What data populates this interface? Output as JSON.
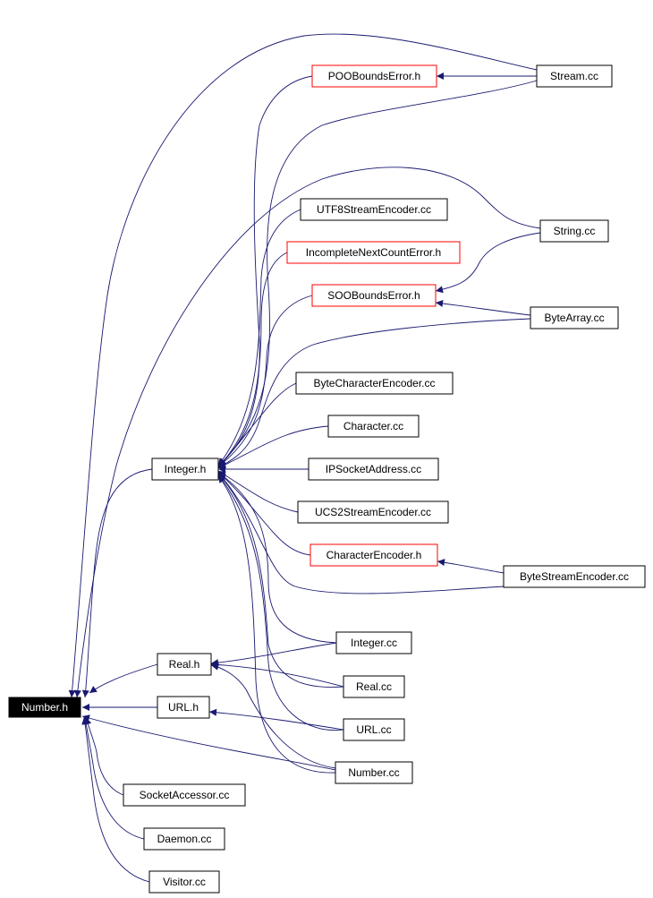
{
  "nodes": [
    {
      "id": "number_h",
      "label": "Number.h",
      "style": "root"
    },
    {
      "id": "integer_h",
      "label": "Integer.h",
      "style": "normal"
    },
    {
      "id": "real_h",
      "label": "Real.h",
      "style": "normal"
    },
    {
      "id": "url_h",
      "label": "URL.h",
      "style": "normal"
    },
    {
      "id": "socketaccessor_cc",
      "label": "SocketAccessor.cc",
      "style": "normal"
    },
    {
      "id": "daemon_cc",
      "label": "Daemon.cc",
      "style": "normal"
    },
    {
      "id": "visitor_cc",
      "label": "Visitor.cc",
      "style": "normal"
    },
    {
      "id": "stream_cc",
      "label": "Stream.cc",
      "style": "normal"
    },
    {
      "id": "poobounds_h",
      "label": "POOBoundsError.h",
      "style": "red"
    },
    {
      "id": "utf8_cc",
      "label": "UTF8StreamEncoder.cc",
      "style": "normal"
    },
    {
      "id": "incomplete_h",
      "label": "IncompleteNextCountError.h",
      "style": "red"
    },
    {
      "id": "soobounds_h",
      "label": "SOOBoundsError.h",
      "style": "red"
    },
    {
      "id": "string_cc",
      "label": "String.cc",
      "style": "normal"
    },
    {
      "id": "bytearray_cc",
      "label": "ByteArray.cc",
      "style": "normal"
    },
    {
      "id": "bytecharenc_cc",
      "label": "ByteCharacterEncoder.cc",
      "style": "normal"
    },
    {
      "id": "character_cc",
      "label": "Character.cc",
      "style": "normal"
    },
    {
      "id": "ipsocket_cc",
      "label": "IPSocketAddress.cc",
      "style": "normal"
    },
    {
      "id": "ucs2_cc",
      "label": "UCS2StreamEncoder.cc",
      "style": "normal"
    },
    {
      "id": "charenc_h",
      "label": "CharacterEncoder.h",
      "style": "red"
    },
    {
      "id": "bytestreamenc_cc",
      "label": "ByteStreamEncoder.cc",
      "style": "normal"
    },
    {
      "id": "integer_cc",
      "label": "Integer.cc",
      "style": "normal"
    },
    {
      "id": "real_cc",
      "label": "Real.cc",
      "style": "normal"
    },
    {
      "id": "url_cc",
      "label": "URL.cc",
      "style": "normal"
    },
    {
      "id": "number_cc",
      "label": "Number.cc",
      "style": "normal"
    }
  ],
  "edges": [
    [
      "stream_cc",
      "number_h"
    ],
    [
      "string_cc",
      "number_h"
    ],
    [
      "number_cc",
      "number_h"
    ],
    [
      "integer_h",
      "number_h"
    ],
    [
      "real_h",
      "number_h"
    ],
    [
      "url_h",
      "number_h"
    ],
    [
      "socketaccessor_cc",
      "number_h"
    ],
    [
      "daemon_cc",
      "number_h"
    ],
    [
      "visitor_cc",
      "number_h"
    ],
    [
      "stream_cc",
      "poobounds_h"
    ],
    [
      "string_cc",
      "soobounds_h"
    ],
    [
      "bytearray_cc",
      "soobounds_h"
    ],
    [
      "bytestreamenc_cc",
      "charenc_h"
    ],
    [
      "poobounds_h",
      "integer_h"
    ],
    [
      "stream_cc",
      "integer_h"
    ],
    [
      "utf8_cc",
      "integer_h"
    ],
    [
      "incomplete_h",
      "integer_h"
    ],
    [
      "soobounds_h",
      "integer_h"
    ],
    [
      "bytearray_cc",
      "integer_h"
    ],
    [
      "bytecharenc_cc",
      "integer_h"
    ],
    [
      "character_cc",
      "integer_h"
    ],
    [
      "ipsocket_cc",
      "integer_h"
    ],
    [
      "ucs2_cc",
      "integer_h"
    ],
    [
      "charenc_h",
      "integer_h"
    ],
    [
      "bytestreamenc_cc",
      "integer_h"
    ],
    [
      "integer_cc",
      "integer_h"
    ],
    [
      "real_cc",
      "integer_h"
    ],
    [
      "url_cc",
      "integer_h"
    ],
    [
      "number_cc",
      "integer_h"
    ],
    [
      "integer_cc",
      "real_h"
    ],
    [
      "real_cc",
      "real_h"
    ],
    [
      "number_cc",
      "real_h"
    ],
    [
      "url_cc",
      "url_h"
    ]
  ],
  "colors": {
    "edge": "#191970",
    "node_border": "#000000",
    "red_border": "#ff0000",
    "root_fill": "#000000",
    "root_text": "#ffffff"
  }
}
